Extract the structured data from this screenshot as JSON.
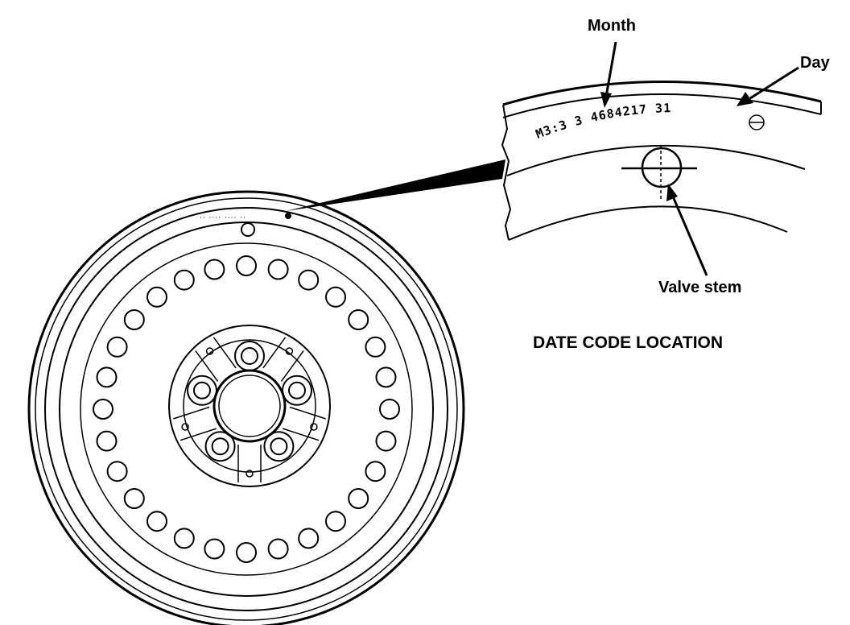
{
  "labels": {
    "month": "Month",
    "day": "Day",
    "valve_stem": "Valve stem",
    "title": "DATE CODE LOCATION"
  },
  "stamp": {
    "code": "M3:3  3  4684217  31"
  },
  "wheel": {
    "rim_stamp": "·· ····  ····  ··"
  }
}
